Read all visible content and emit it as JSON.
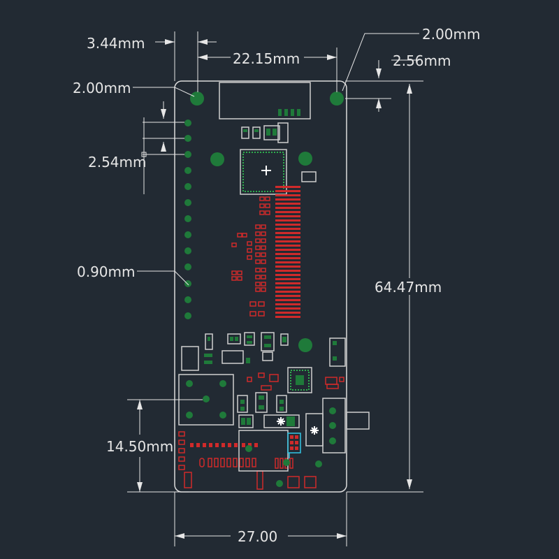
{
  "colors": {
    "background": "#222a33",
    "outline": "#dcdcdc",
    "dimension": "#e6e6e6",
    "pad_green": "#1f7a3a",
    "pad_red": "#d02a2a",
    "silk": "#cfcfcf",
    "highlight": "#33c6e6"
  },
  "dimensions": {
    "mounting_offset": "3.44mm",
    "hole_spacing": "22.15mm",
    "hole_diameter_left": "2.00mm",
    "hole_diameter_right": "2.00mm",
    "hole_offset_top": "2.56mm",
    "pin_pitch": "2.54mm",
    "pin_diameter": "0.90mm",
    "board_height": "64.47mm",
    "connector_offset": "14.50mm",
    "board_width": "27.00"
  }
}
